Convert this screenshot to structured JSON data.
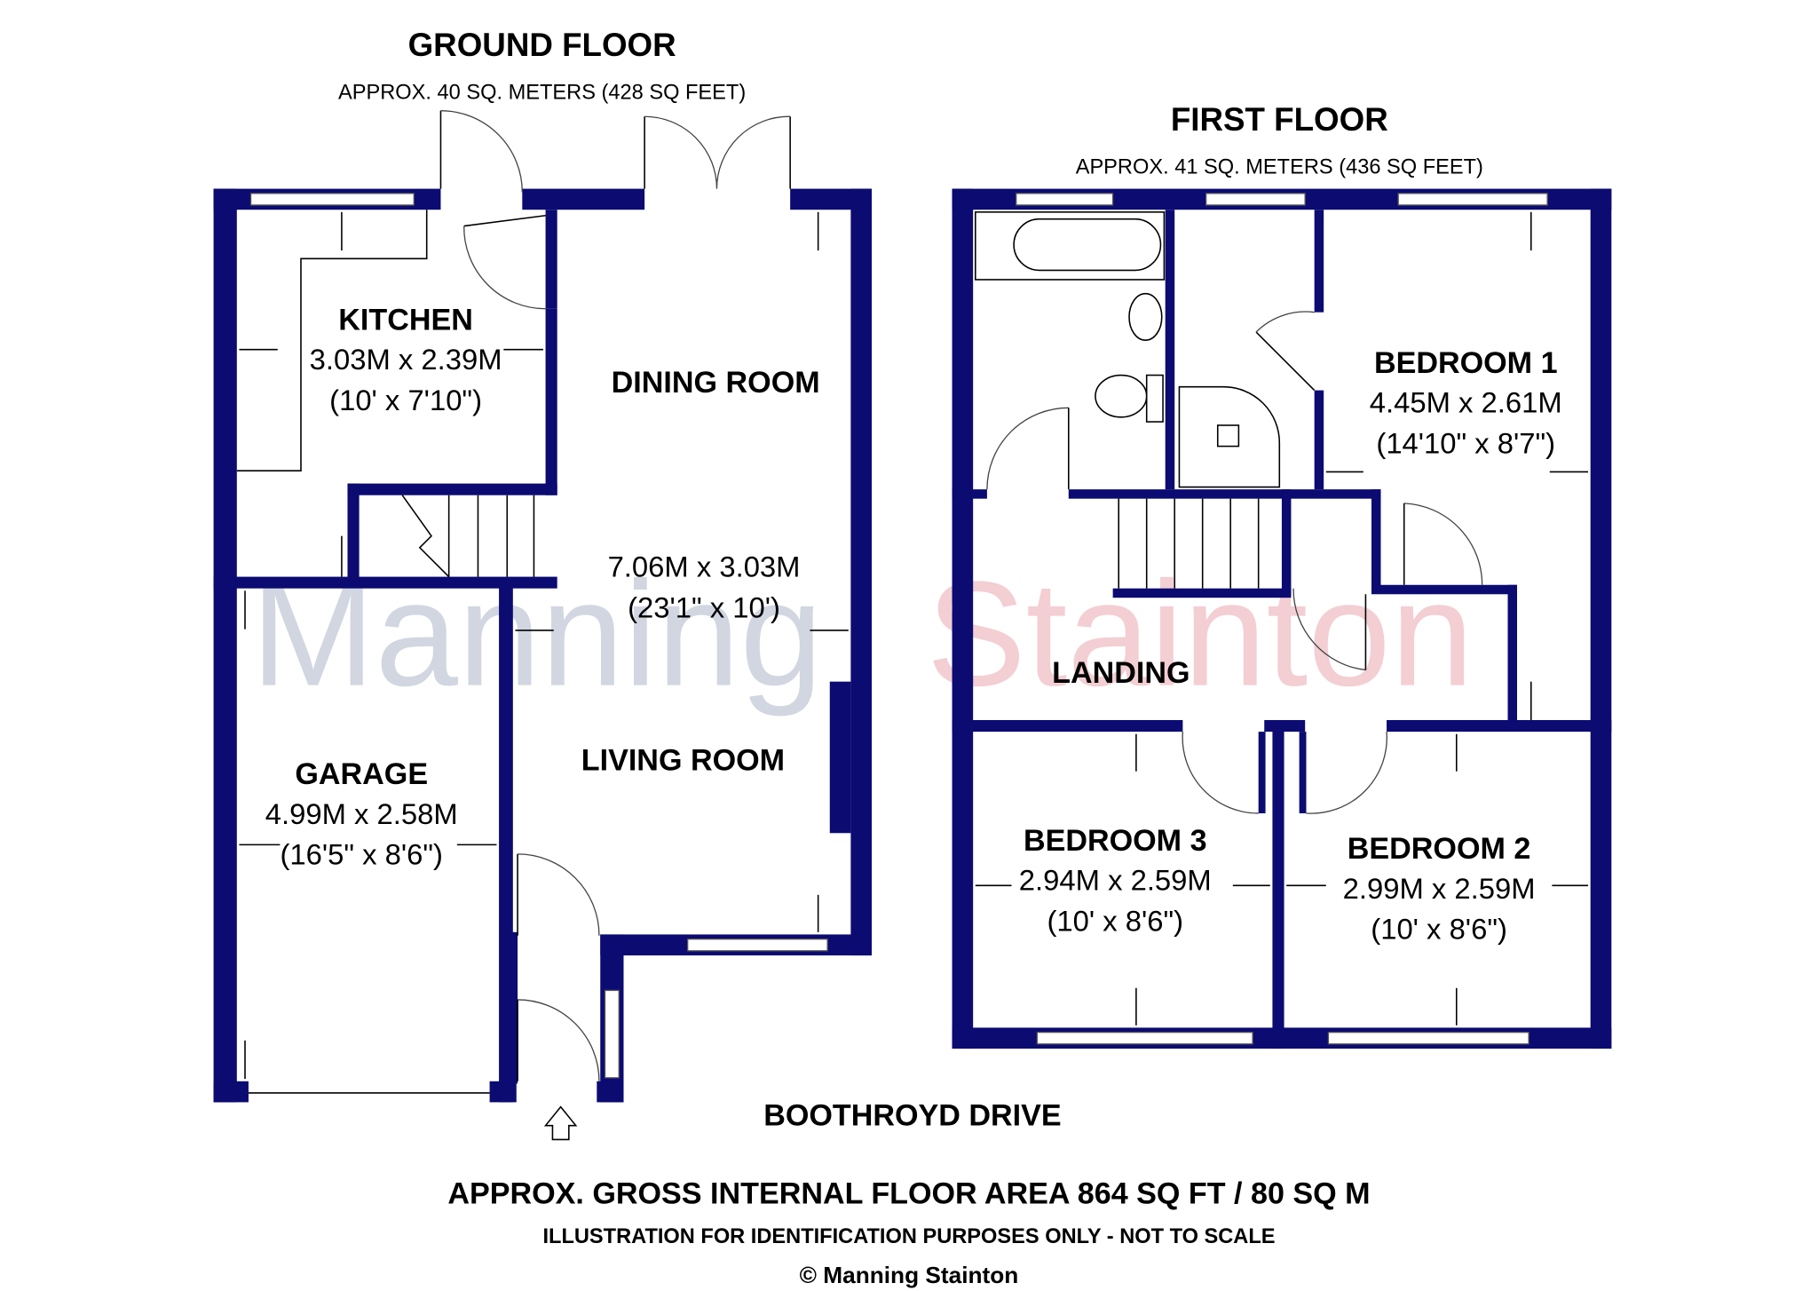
{
  "ground_floor": {
    "title": "GROUND FLOOR",
    "area": "APPROX. 40 SQ. METERS (428 SQ FEET)",
    "rooms": [
      {
        "name": "KITCHEN",
        "metric": "3.03M x 2.39M",
        "imperial": "(10' x 7'10\")"
      },
      {
        "name": "DINING ROOM",
        "metric": "7.06M x 3.03M",
        "imperial": "(23'1\" x 10')"
      },
      {
        "name": "LIVING ROOM"
      },
      {
        "name": "GARAGE",
        "metric": "4.99M x 2.58M",
        "imperial": "(16'5\" x 8'6\")"
      }
    ]
  },
  "first_floor": {
    "title": "FIRST FLOOR",
    "area": "APPROX. 41 SQ. METERS (436 SQ FEET)",
    "rooms": [
      {
        "name": "BEDROOM 1",
        "metric": "4.45M x 2.61M",
        "imperial": "(14'10\" x 8'7\")"
      },
      {
        "name": "LANDING"
      },
      {
        "name": "BEDROOM 3",
        "metric": "2.94M x 2.59M",
        "imperial": "(10' x 8'6\")"
      },
      {
        "name": "BEDROOM 2",
        "metric": "2.99M x 2.59M",
        "imperial": "(10' x 8'6\")"
      }
    ]
  },
  "street": "BOOTHROYD DRIVE",
  "footer": {
    "gross_area": "APPROX. GROSS INTERNAL FLOOR AREA 864 SQ FT / 80 SQ M",
    "disclaimer": "ILLUSTRATION FOR IDENTIFICATION PURPOSES ONLY - NOT TO SCALE",
    "copyright": "© Manning Stainton"
  },
  "watermark": {
    "word1": "Manning",
    "word2": "Stainton"
  },
  "colors": {
    "wall": "#0b0b72",
    "watermark1": "#c9d0dc",
    "watermark2": "#f2c6cc"
  }
}
